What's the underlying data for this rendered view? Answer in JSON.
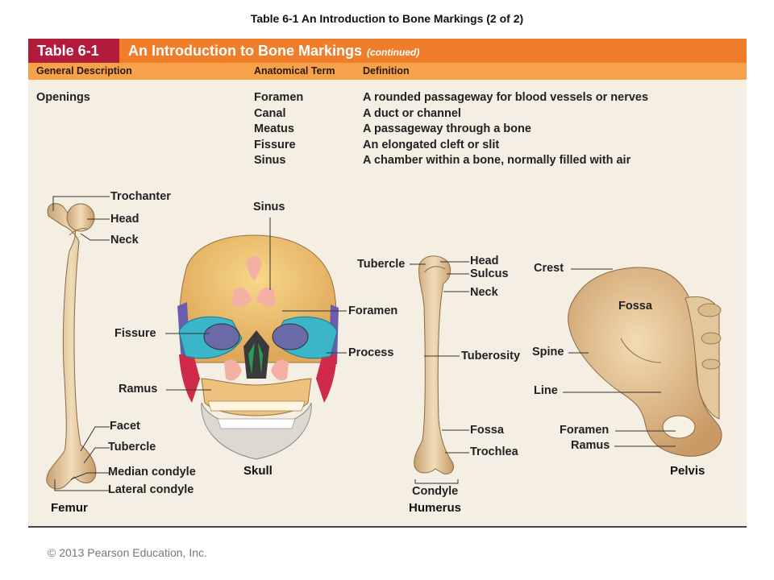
{
  "page_title": "Table 6-1  An Introduction to Bone Markings (2 of 2)",
  "table": {
    "badge": "Table 6-1",
    "title": "An Introduction to Bone Markings",
    "title_suffix": "(continued)",
    "columns": [
      "General Description",
      "Anatomical Term",
      "Definition"
    ],
    "category": "Openings",
    "rows": [
      {
        "term": "Foramen",
        "definition": "A rounded passageway for blood vessels or nerves"
      },
      {
        "term": "Canal",
        "definition": "A duct or channel"
      },
      {
        "term": "Meatus",
        "definition": "A passageway through a bone"
      },
      {
        "term": "Fissure",
        "definition": "An elongated cleft or slit"
      },
      {
        "term": "Sinus",
        "definition": "A chamber within a bone, normally filled with air"
      }
    ]
  },
  "femur": {
    "caption": "Femur",
    "labels": [
      "Trochanter",
      "Head",
      "Neck",
      "Facet",
      "Tubercle",
      "Median condyle",
      "Lateral condyle"
    ]
  },
  "skull": {
    "caption": "Skull",
    "labels": [
      "Sinus",
      "Foramen",
      "Fissure",
      "Process",
      "Ramus"
    ]
  },
  "humerus": {
    "caption": "Humerus",
    "labels": [
      "Tubercle",
      "Head",
      "Sulcus",
      "Neck",
      "Tuberosity",
      "Fossa",
      "Trochlea",
      "Condyle"
    ]
  },
  "pelvis": {
    "caption": "Pelvis",
    "labels": [
      "Crest",
      "Fossa",
      "Spine",
      "Line",
      "Foramen",
      "Ramus"
    ]
  },
  "copyright": "© 2013 Pearson Education, Inc.",
  "colors": {
    "header_orange": "#ef7d2a",
    "badge_red": "#b31b3d",
    "column_bar": "#f7a24a",
    "panel_bg": "#f5efe3",
    "bone": "#e9cfa3"
  }
}
